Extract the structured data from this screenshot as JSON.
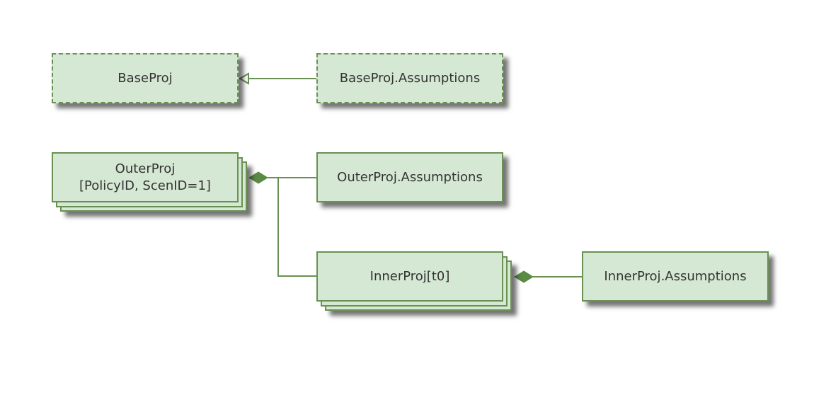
{
  "diagram": {
    "colors": {
      "fill": "#d5e8d4",
      "stroke": "#6a9153",
      "text": "#333333"
    },
    "nodes": {
      "base_proj": {
        "label": "BaseProj"
      },
      "base_proj_assumptions": {
        "label": "BaseProj.Assumptions"
      },
      "outer_proj": {
        "line1": "OuterProj",
        "line2": "[PolicyID, ScenID=1]"
      },
      "outer_proj_assumptions": {
        "label": "OuterProj.Assumptions"
      },
      "inner_proj": {
        "label": "InnerProj[t0]"
      },
      "inner_proj_assumptions": {
        "label": "InnerProj.Assumptions"
      }
    },
    "edges": [
      {
        "from": "base_proj_assumptions",
        "to": "base_proj",
        "type": "inheritance"
      },
      {
        "from": "outer_proj_assumptions",
        "to": "outer_proj",
        "type": "composition"
      },
      {
        "from": "inner_proj",
        "to": "outer_proj",
        "type": "composition"
      },
      {
        "from": "inner_proj_assumptions",
        "to": "inner_proj",
        "type": "composition"
      }
    ]
  }
}
